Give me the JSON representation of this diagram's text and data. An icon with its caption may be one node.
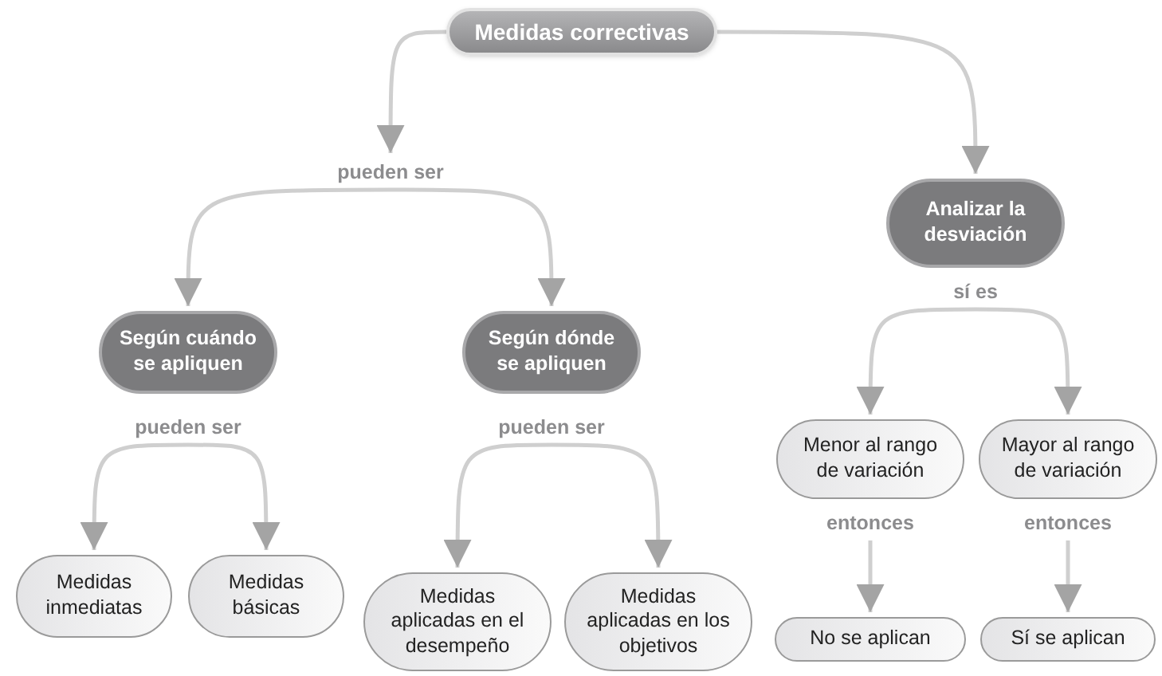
{
  "diagram": {
    "nodes": [
      {
        "text": [
          "Medidas correctivas"
        ]
      },
      {
        "text": [
          "pueden ser"
        ]
      },
      {
        "text": [
          "Analizar la desviación"
        ]
      },
      {
        "text": [
          "sí es"
        ]
      },
      {
        "text": [
          "Según cuándo se apliquen"
        ]
      },
      {
        "text": [
          "Según dónde se apliquen"
        ]
      },
      {
        "text": [
          "pueden ser"
        ]
      },
      {
        "text": [
          "pueden ser"
        ]
      },
      {
        "text": [
          "Menor al rango de variación"
        ]
      },
      {
        "text": [
          "Mayor al rango de variación"
        ]
      },
      {
        "text": [
          "entonces"
        ]
      },
      {
        "text": [
          "entonces"
        ]
      },
      {
        "text": [
          "Medidas inmediatas"
        ]
      },
      {
        "text": [
          "Medidas básicas"
        ]
      },
      {
        "text": [
          "Medidas aplicadas en el desempeño"
        ]
      },
      {
        "text": [
          "Medidas aplicadas en los objetivos"
        ]
      },
      {
        "text": [
          "No se aplican"
        ]
      },
      {
        "text": [
          "Sí se aplican"
        ]
      }
    ],
    "edges": [
      {
        "from": 0,
        "to": 1,
        "arrow": "to"
      },
      {
        "from": 0,
        "to": 2,
        "arrow": "to"
      },
      {
        "from": 1,
        "to": 4,
        "arrow": "to"
      },
      {
        "from": 1,
        "to": 5,
        "arrow": "to"
      },
      {
        "from": 3,
        "to": 8,
        "arrow": "to"
      },
      {
        "from": 3,
        "to": 9,
        "arrow": "to"
      },
      {
        "from": 6,
        "to": 12,
        "arrow": "to"
      },
      {
        "from": 6,
        "to": 13,
        "arrow": "to"
      },
      {
        "from": 7,
        "to": 14,
        "arrow": "to"
      },
      {
        "from": 7,
        "to": 15,
        "arrow": "to"
      },
      {
        "from": 10,
        "to": 16,
        "arrow": "to"
      },
      {
        "from": 11,
        "to": 17,
        "arrow": "to"
      }
    ]
  }
}
